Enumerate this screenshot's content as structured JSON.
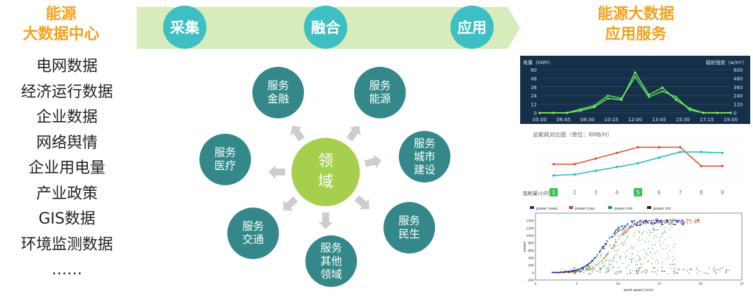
{
  "left": {
    "title_lines": [
      "能源",
      "大数据中心"
    ],
    "sources": [
      "电网数据",
      "经济运行数据",
      "企业数据",
      "网络舆情",
      "企业用电量",
      "产业政策",
      "GIS数据",
      "环境监测数据",
      "……"
    ]
  },
  "band": {
    "stages": [
      "采集",
      "融合",
      "应用"
    ]
  },
  "right": {
    "title_lines": [
      "能源大数据",
      "应用服务"
    ]
  },
  "colors": {
    "accent": "#f3a21d",
    "band_fill": "#d7ebbb",
    "band_circle": "#3dbfc3",
    "node_teal": "#35888a",
    "node_center": "#a6cf4d",
    "arrow_gray": "#cdcdcd"
  },
  "hub": {
    "center_lines": [
      "领",
      "域"
    ],
    "services": [
      {
        "id": "finance",
        "lines": [
          "服务",
          "金融"
        ]
      },
      {
        "id": "energy",
        "lines": [
          "服务",
          "能源"
        ]
      },
      {
        "id": "city",
        "lines": [
          "服务",
          "城市",
          "建设"
        ]
      },
      {
        "id": "livelihood",
        "lines": [
          "服务",
          "民生"
        ]
      },
      {
        "id": "other",
        "lines": [
          "服务",
          "其他",
          "领域"
        ]
      },
      {
        "id": "transport",
        "lines": [
          "服务",
          "交通"
        ]
      },
      {
        "id": "medical",
        "lines": [
          "服务",
          "医疗"
        ]
      }
    ]
  },
  "chart_data": [
    {
      "type": "line",
      "title": "",
      "ylabel": "电量（kWh）",
      "y2label": "辐射强度（w/m²）",
      "x": [
        "05:00",
        "06:45",
        "08:30",
        "10:15",
        "12:00",
        "13:45",
        "15:30",
        "17:15",
        "19:00"
      ],
      "ylim": [
        0,
        60
      ],
      "y2lim": [
        0,
        600
      ],
      "yticks": [
        0,
        12,
        24,
        36,
        48,
        60
      ],
      "y2ticks": [
        0,
        120,
        240,
        360,
        480,
        600
      ],
      "series": [
        {
          "values": [
            0,
            0,
            0,
            5,
            10,
            24,
            20,
            50,
            22,
            30,
            22,
            4,
            0,
            0,
            0
          ]
        },
        {
          "values": [
            0,
            0,
            0,
            3,
            8,
            20,
            18,
            56,
            25,
            35,
            18,
            6,
            0,
            0,
            0
          ]
        }
      ],
      "background": "#17304a"
    },
    {
      "type": "line",
      "title": "总能耗对比图（单位：RMB/H）",
      "x": [
        1,
        2,
        3,
        4,
        5,
        6,
        7,
        8,
        9
      ],
      "xlabel_left": "能耗量/小时",
      "highlight_x": [
        1,
        5
      ],
      "series": [
        {
          "color": "#e0533b",
          "values": [
            3.8,
            3.8,
            4.4,
            5.0,
            5.6,
            5.6,
            5.6,
            3.6,
            3.6
          ]
        },
        {
          "color": "#2cc1b3",
          "values": [
            2.6,
            2.7,
            3.1,
            3.5,
            3.9,
            4.5,
            5.1,
            5.1,
            5.0
          ]
        }
      ]
    },
    {
      "type": "scatter",
      "title": "",
      "legend": [
        "power mean",
        "power max",
        "power min",
        "power std"
      ],
      "xlabel": "wind speed (m/s)",
      "ylabel": "power",
      "xlim": [
        0,
        25
      ],
      "ylim": [
        -200,
        1600
      ],
      "xticks": [
        0,
        5,
        10,
        15,
        20,
        25
      ],
      "yticks": [
        -200,
        0,
        200,
        400,
        600,
        800,
        1000,
        1200,
        1400
      ],
      "series_colors": [
        "#1b2f9c",
        "#c34a2a",
        "#2f9b3a",
        "#222222"
      ]
    }
  ]
}
